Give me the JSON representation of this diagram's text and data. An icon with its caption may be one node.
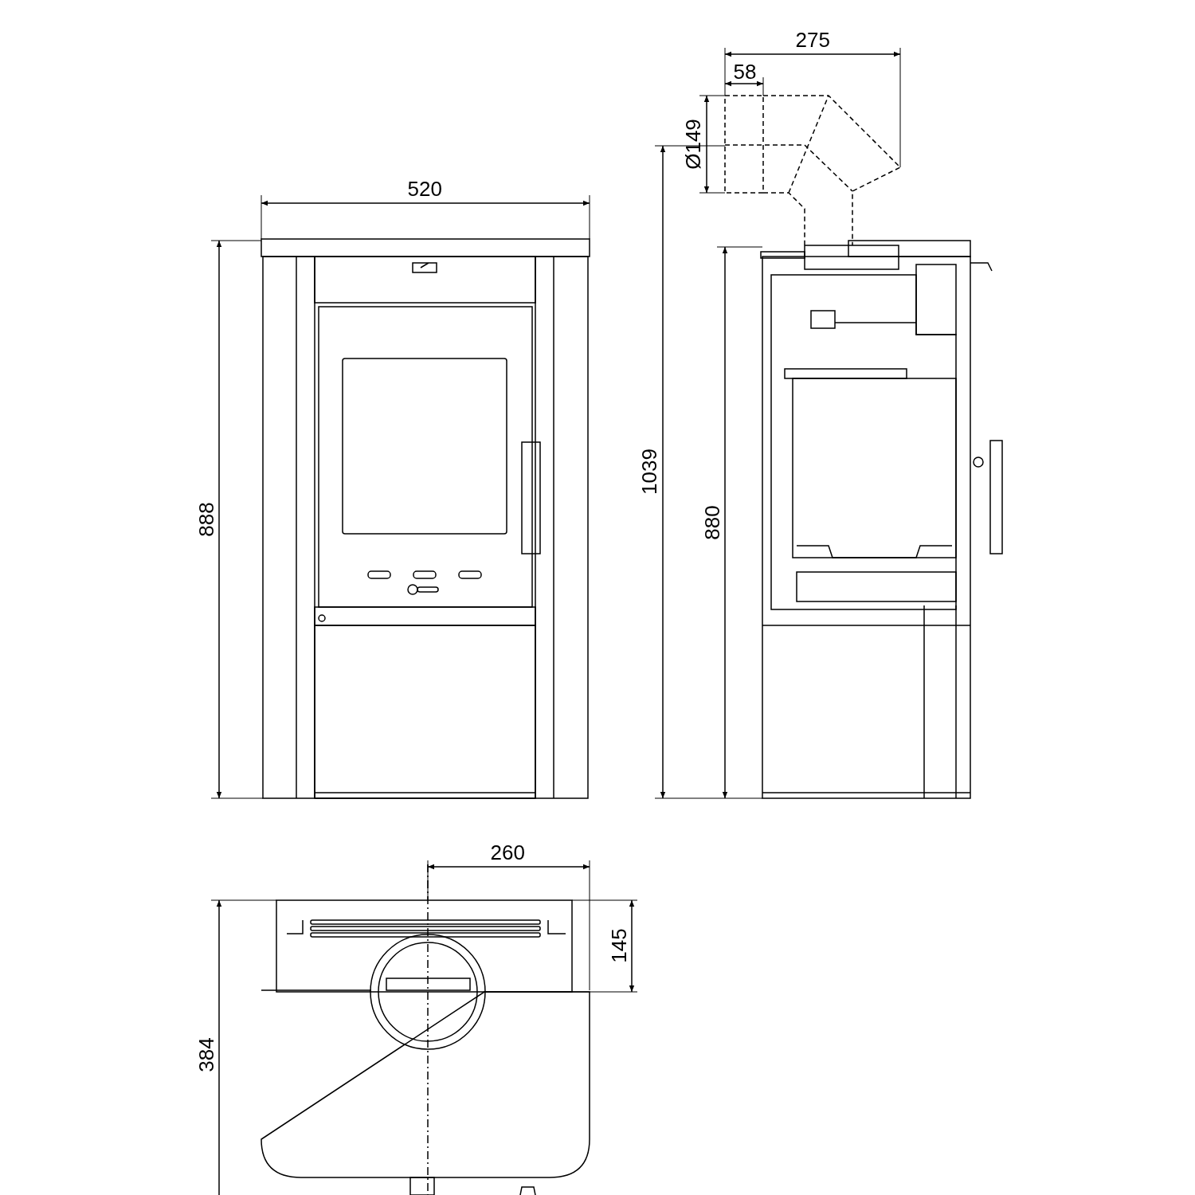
{
  "diagram": {
    "labels": [
      "275",
      "58",
      "Ø149",
      "520",
      "1039",
      "888",
      "880",
      "260",
      "145",
      "384"
    ]
  }
}
